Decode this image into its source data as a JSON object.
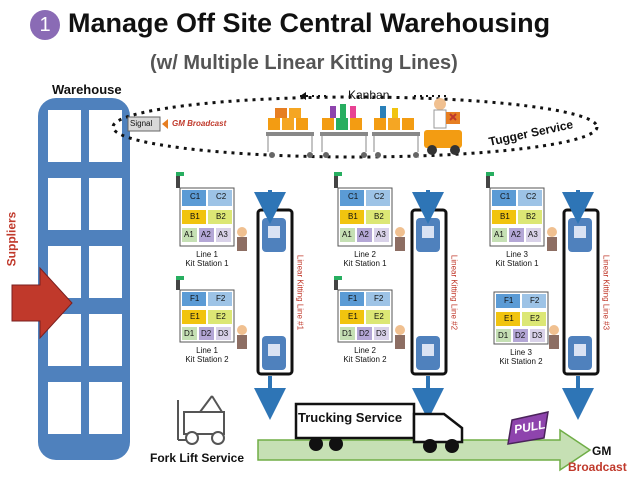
{
  "header": {
    "number": "1",
    "title": "Manage Off Site Central Warehousing",
    "subtitle": "(w/ Multiple Linear Kitting Lines)"
  },
  "warehouse": {
    "label": "Warehouse",
    "suppliers": "Suppliers",
    "signal": "Signal",
    "gm_broadcast": "GM Broadcast"
  },
  "kanban": {
    "label": "Kanban",
    "tugger": "Tugger Service"
  },
  "stations": [
    {
      "top_label": "Line 1\nKit Station 1",
      "bottom_label": "Line 1\nKit Station 2",
      "line": "Linear Kitting   Line #1"
    },
    {
      "top_label": "Line 2\nKit Station 1",
      "bottom_label": "Line 2\nKit Station 2",
      "line": "Linear Kitting   Line #2"
    },
    {
      "top_label": "Line 3\nKit Station 1",
      "bottom_label": "Line 3\nKit Station 2",
      "line": "Linear Kitting   Line #3"
    }
  ],
  "bins_top": [
    "C1",
    "C2",
    "B1",
    "B2",
    "A1",
    "A2",
    "A3"
  ],
  "bins_bottom": [
    "F1",
    "F2",
    "E1",
    "E2",
    "D1",
    "D2",
    "D3"
  ],
  "footer": {
    "forklift": "Fork Lift Service",
    "trucking": "Trucking Service",
    "pull": "PULL",
    "gm": "GM",
    "broadcast": "Broadcast"
  },
  "colors": {
    "warehouse_blue": "#4f81bd",
    "line_red": "#c0392b",
    "arrow_green": "#c6e0b4",
    "pull_purple": "#8e44ad",
    "badge": "#8a6bb5"
  }
}
